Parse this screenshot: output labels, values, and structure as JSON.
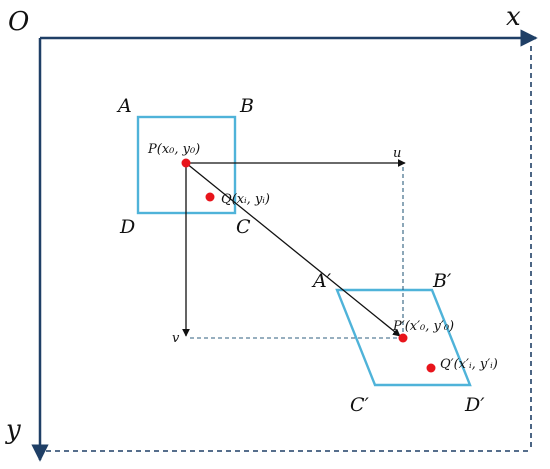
{
  "origin": "O",
  "x_axis": "x",
  "y_axis": "y",
  "colors": {
    "axis": "#1f3f66",
    "square": "#4fb3d9",
    "point": "#e8141b",
    "guide": "#2f5f7f",
    "text": "#111111"
  },
  "square": {
    "A": "A",
    "B": "B",
    "C": "C",
    "D": "D"
  },
  "parallelogram": {
    "A": "A′",
    "B": "B′",
    "C": "C′",
    "D": "D′"
  },
  "points": {
    "P": "P(x₀, y₀)",
    "Q": "Q(xᵢ, yᵢ)",
    "P_prime": "P′(x′₀, y′₀)",
    "Q_prime": "Q′(x′ᵢ, y′ᵢ)"
  },
  "u_label": "u",
  "v_label": "v"
}
